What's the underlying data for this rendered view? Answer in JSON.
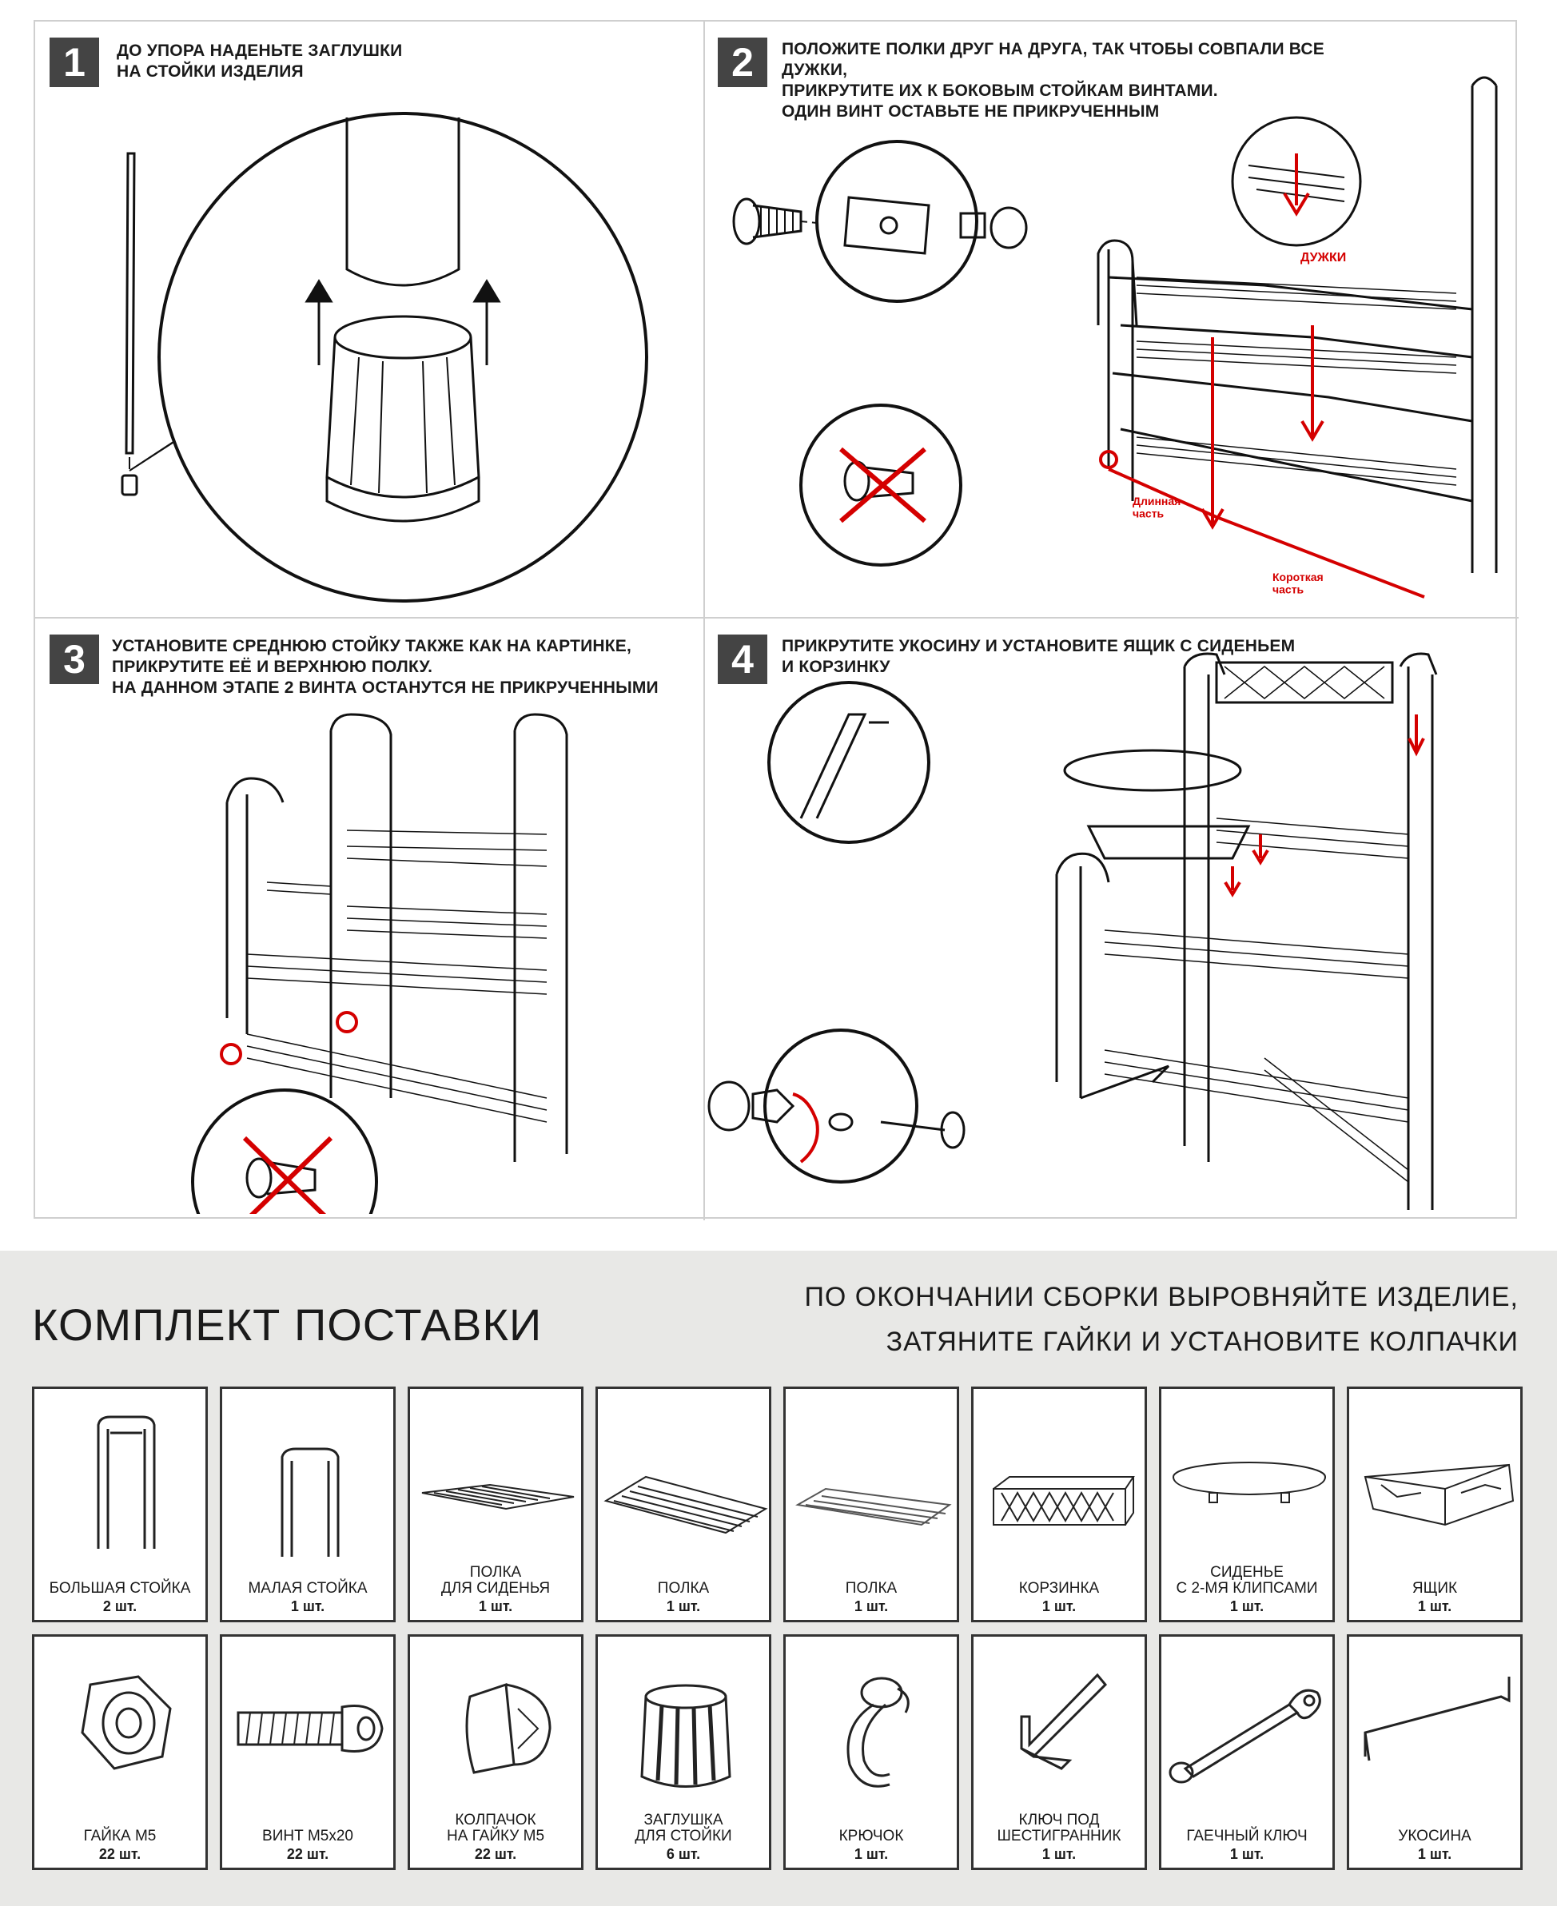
{
  "steps": [
    {
      "num": "1",
      "text": "ДО УПОРА НАДЕНЬТЕ ЗАГЛУШКИ\nНА СТОЙКИ ИЗДЕЛИЯ"
    },
    {
      "num": "2",
      "text": "ПОЛОЖИТЕ ПОЛКИ ДРУГ НА ДРУГА, ТАК ЧТОБЫ СОВПАЛИ ВСЕ ДУЖКИ,\nПРИКРУТИТЕ ИХ К БОКОВЫМ СТОЙКАМ  ВИНТАМИ.\nОДИН ВИНТ ОСТАВЬТЕ НЕ ПРИКРУЧЕННЫМ",
      "labels": {
        "arcs": "ДУЖКИ",
        "long": "Длинная\nчасть",
        "short": "Короткая\nчасть"
      }
    },
    {
      "num": "3",
      "text": "УСТАНОВИТЕ СРЕДНЮЮ СТОЙКУ ТАКЖЕ КАК НА КАРТИНКЕ,\nПРИКРУТИТЕ ЕЁ И ВЕРХНЮЮ ПОЛКУ.\nНА ДАННОМ ЭТАПЕ 2 ВИНТА ОСТАНУТСЯ НЕ ПРИКРУЧЕННЫМИ"
    },
    {
      "num": "4",
      "text": "ПРИКРУТИТЕ УКОСИНУ И  УСТАНОВИТЕ  ЯЩИК С СИДЕНЬЕМ\nИ КОРЗИНКУ"
    }
  ],
  "kit": {
    "title": "КОМПЛЕКТ ПОСТАВКИ",
    "finish_note": "ПО ОКОНЧАНИИ СБОРКИ ВЫРОВНЯЙТЕ ИЗДЕЛИЕ,\nЗАТЯНИТЕ ГАЙКИ И УСТАНОВИТЕ КОЛПАЧКИ",
    "row1": [
      {
        "name": "БОЛЬШАЯ СТОЙКА",
        "qty": "2 шт.",
        "icon": "large-post-icon"
      },
      {
        "name": "МАЛАЯ СТОЙКА",
        "qty": "1 шт.",
        "icon": "small-post-icon"
      },
      {
        "name": "ПОЛКА\nДЛЯ СИДЕНЬЯ",
        "qty": "1 шт.",
        "icon": "seat-shelf-icon"
      },
      {
        "name": "ПОЛКА",
        "qty": "1 шт.",
        "icon": "shelf-icon"
      },
      {
        "name": "ПОЛКА",
        "qty": "1 шт.",
        "icon": "shelf-light-icon"
      },
      {
        "name": "КОРЗИНКА",
        "qty": "1 шт.",
        "icon": "basket-icon"
      },
      {
        "name": "СИДЕНЬЕ\nС 2-МЯ КЛИПСАМИ",
        "qty": "1 шт.",
        "icon": "seat-icon"
      },
      {
        "name": "ЯЩИК",
        "qty": "1 шт.",
        "icon": "box-icon"
      }
    ],
    "row2": [
      {
        "name": "ГАЙКА М5",
        "qty": "22 шт.",
        "icon": "nut-icon"
      },
      {
        "name": "ВИНТ М5х20",
        "qty": "22 шт.",
        "icon": "screw-icon"
      },
      {
        "name": "КОЛПАЧОК\nНА ГАЙКУ М5",
        "qty": "22 шт.",
        "icon": "cap-nut-icon"
      },
      {
        "name": "ЗАГЛУШКА\nДЛЯ СТОЙКИ",
        "qty": "6 шт.",
        "icon": "foot-cap-icon"
      },
      {
        "name": "КРЮЧОК",
        "qty": "1 шт.",
        "icon": "hook-icon"
      },
      {
        "name": "КЛЮЧ ПОД\nШЕСТИГРАННИК",
        "qty": "1 шт.",
        "icon": "hex-key-icon"
      },
      {
        "name": "ГАЕЧНЫЙ КЛЮЧ",
        "qty": "1 шт.",
        "icon": "wrench-icon"
      },
      {
        "name": "УКОСИНА",
        "qty": "1 шт.",
        "icon": "brace-icon"
      }
    ]
  }
}
